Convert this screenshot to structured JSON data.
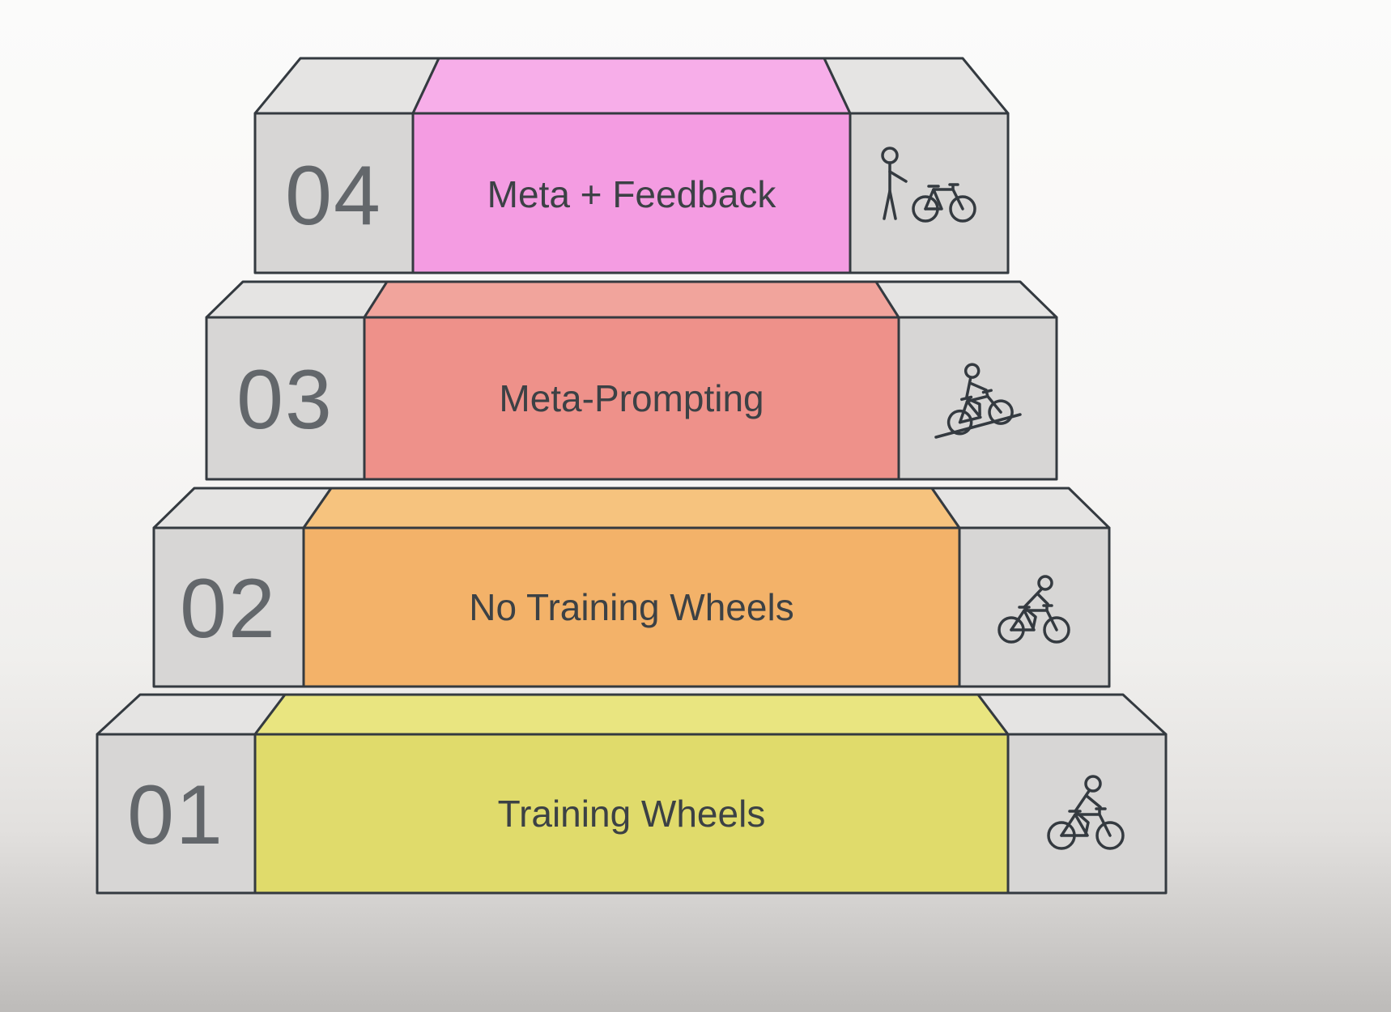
{
  "diagram_title": "",
  "outline_color": "#343a40",
  "background": {
    "top_color": "#fbfbfa",
    "bottom_color": "#bdbbb9"
  },
  "text_colors": {
    "number_color": "#63676b",
    "label_color": "#3c4145"
  },
  "block_colors": {
    "gray_front": "#d7d6d5",
    "gray_top": "#e5e4e3"
  },
  "steps": [
    {
      "number": "04",
      "label": "Meta + Feedback",
      "icon": "person-with-bike-icon",
      "front_color": "#f49ce2",
      "top_color": "#f7aee9"
    },
    {
      "number": "03",
      "label": "Meta-Prompting",
      "icon": "uphill-cyclist-icon",
      "front_color": "#ee918a",
      "top_color": "#f1a49c"
    },
    {
      "number": "02",
      "label": "No Training Wheels",
      "icon": "leaning-cyclist-icon",
      "front_color": "#f3b269",
      "top_color": "#f6c37e"
    },
    {
      "number": "01",
      "label": "Training Wheels",
      "icon": "cyclist-icon",
      "front_color": "#e0db6b",
      "top_color": "#e9e580"
    }
  ]
}
